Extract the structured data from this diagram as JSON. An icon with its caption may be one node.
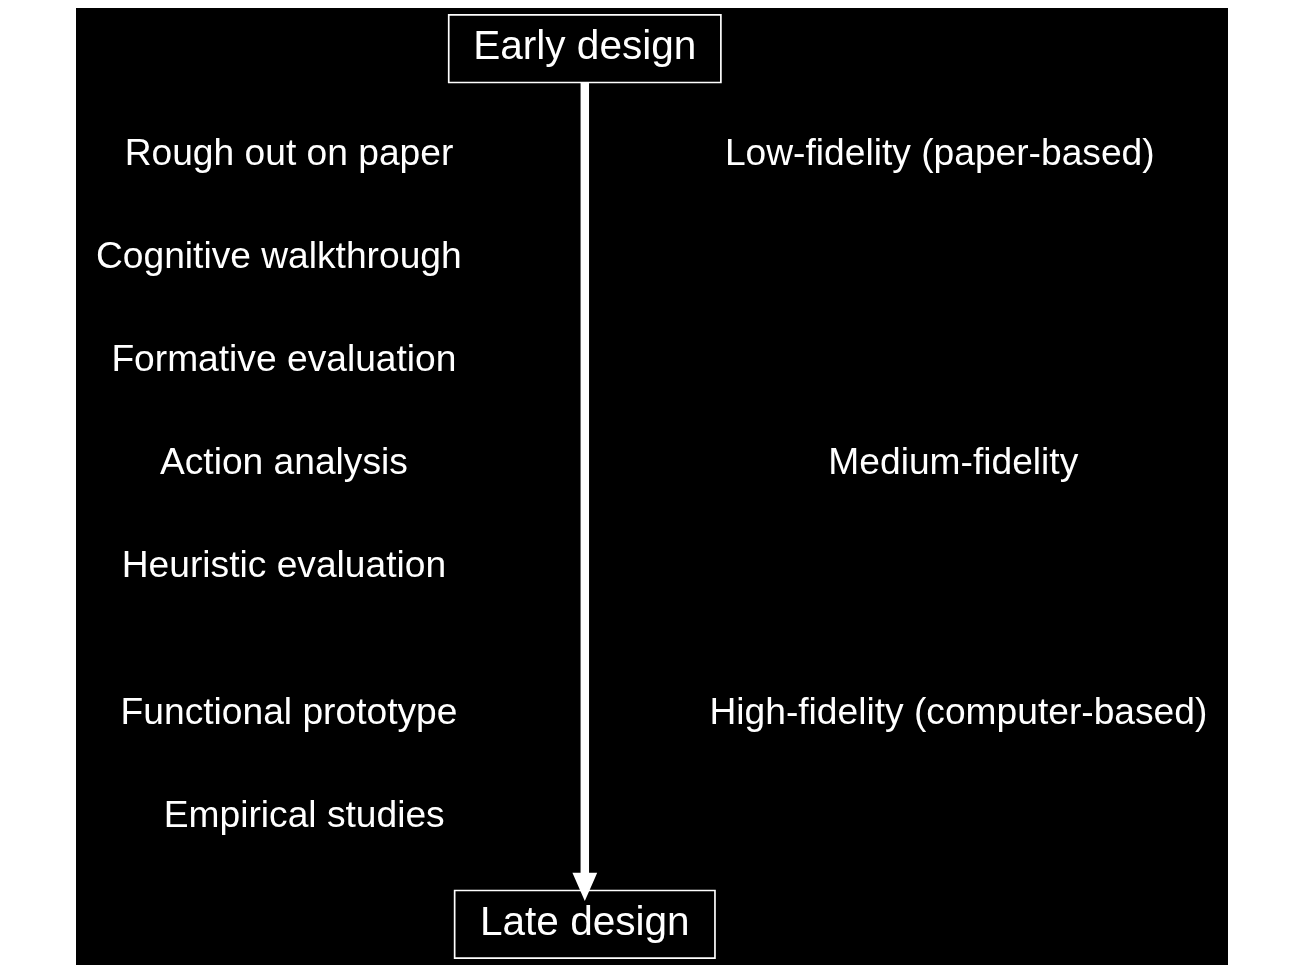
{
  "diagram": {
    "nodes": [
      {
        "text": [
          "Early design"
        ]
      },
      {
        "text": [
          "Late design"
        ]
      }
    ],
    "edges": [
      {
        "from": 0,
        "to": 1,
        "arrow": "to"
      }
    ],
    "labels": [
      "Rough out on paper",
      "Low-fidelity (paper-based)",
      "Cognitive walkthrough",
      "Formative evaluation",
      "Action analysis",
      "Medium-fidelity",
      "Heuristic evaluation",
      "Functional prototype",
      "High-fidelity (computer-based)",
      "Empirical studies"
    ]
  }
}
